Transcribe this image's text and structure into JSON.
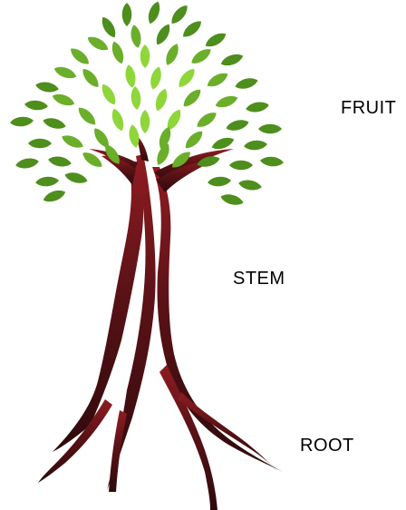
{
  "labels": {
    "fruit": "FRUIT",
    "stem": "STEM",
    "root": "ROOT"
  },
  "colors": {
    "trunk_dark": "#3a0c10",
    "trunk_light": "#8a1a20",
    "leaf_dark": "#4e8e1c",
    "leaf_mid": "#6aae2a",
    "leaf_light": "#8fd63a",
    "label_text": "#000000"
  },
  "icons": {
    "tree": "tree-illustration"
  }
}
